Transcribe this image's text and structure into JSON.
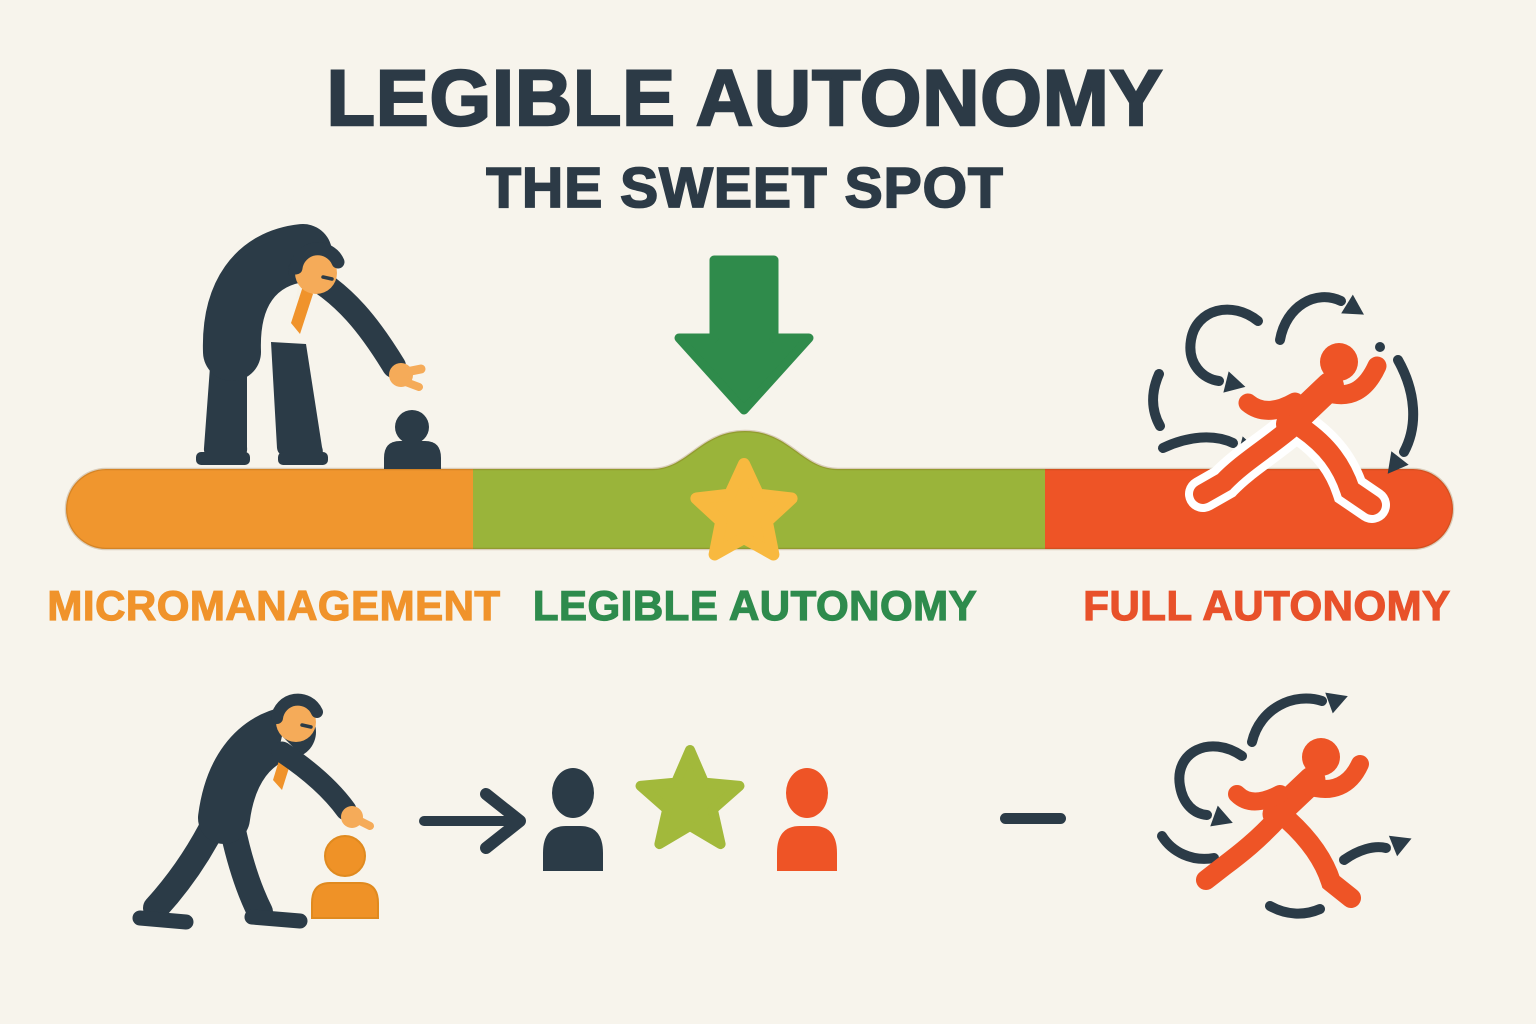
{
  "title": "LEGIBLE AUTONOMY",
  "subtitle": "THE SWEET SPOT",
  "spectrum": {
    "segments": [
      {
        "id": "micromanagement",
        "label": "MICROMANAGEMENT",
        "color": "#f0962e",
        "label_color": "#f0932b"
      },
      {
        "id": "legible-autonomy",
        "label": "LEGIBLE AUTONOMY",
        "color": "#9ab43a",
        "label_color": "#2e8b4d",
        "sweet_spot": true
      },
      {
        "id": "full-autonomy",
        "label": "FULL AUTONOMY",
        "color": "#ee5426",
        "label_color": "#e8512a"
      }
    ],
    "sweet_spot_marker": {
      "shape": "star",
      "color": "#f8b93f"
    },
    "pointer": {
      "shape": "down-arrow",
      "color": "#2f8b4b"
    }
  },
  "illustrations": {
    "top_left": "manager-micromanaging-small-person",
    "top_right": "runner-surrounded-by-chaotic-arrows",
    "bottom_left": "manager-pointing-at-orange-person",
    "bottom_middle": [
      "right-arrow",
      "dark-person",
      "green-star",
      "red-person",
      "dash"
    ],
    "bottom_right": "runner-surrounded-by-chaotic-arrows"
  },
  "palette": {
    "background": "#f7f4ec",
    "ink_navy": "#2b3b47",
    "skin": "#f5ab59",
    "tie_orange": "#f0932b",
    "orange_person": "#ef9227",
    "star_gold": "#f8b93f",
    "star_green": "#a2b93b"
  }
}
